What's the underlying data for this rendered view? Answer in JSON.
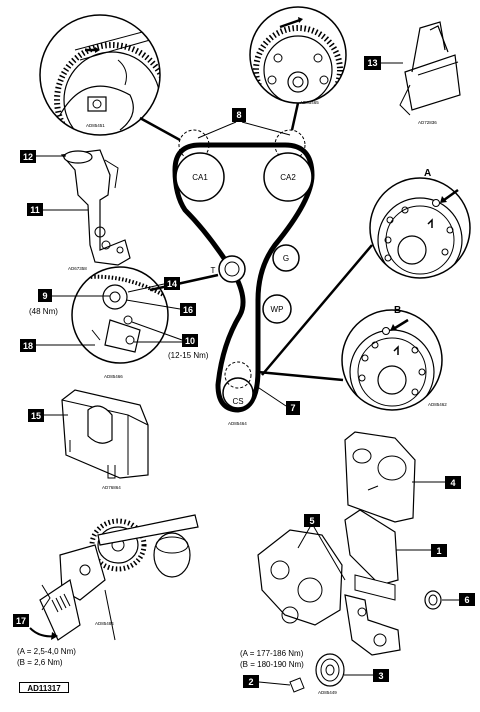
{
  "figure_code": "AD11317",
  "ref_codes": {
    "tl": "AD85451",
    "tc": "AD85465",
    "tr": "AD72836",
    "ml": "AD67358",
    "mr": "AD85462",
    "tension": "AD85466",
    "belt": "AD85464",
    "bracket": "AD76864",
    "tool": "AD85484",
    "pulley": "AD85449"
  },
  "callouts": [
    "1",
    "2",
    "3",
    "4",
    "5",
    "6",
    "7",
    "8",
    "9",
    "10",
    "11",
    "12",
    "13",
    "14",
    "15",
    "16",
    "17",
    "18"
  ],
  "letters": {
    "a": "A",
    "b": "B"
  },
  "pulleys": {
    "ca1": "CA1",
    "ca2": "CA2",
    "t": "T",
    "g": "G",
    "wp": "WP",
    "cs": "CS"
  },
  "torques": {
    "t9": "(48 Nm)",
    "t10": "(12-15 Nm)",
    "t17a": "(A = 2,5-4,0 Nm)",
    "t17b": "(B = 2,6 Nm)",
    "t3a": "(A = 177-186 Nm)",
    "t3b": "(B = 180-190 Nm)"
  }
}
